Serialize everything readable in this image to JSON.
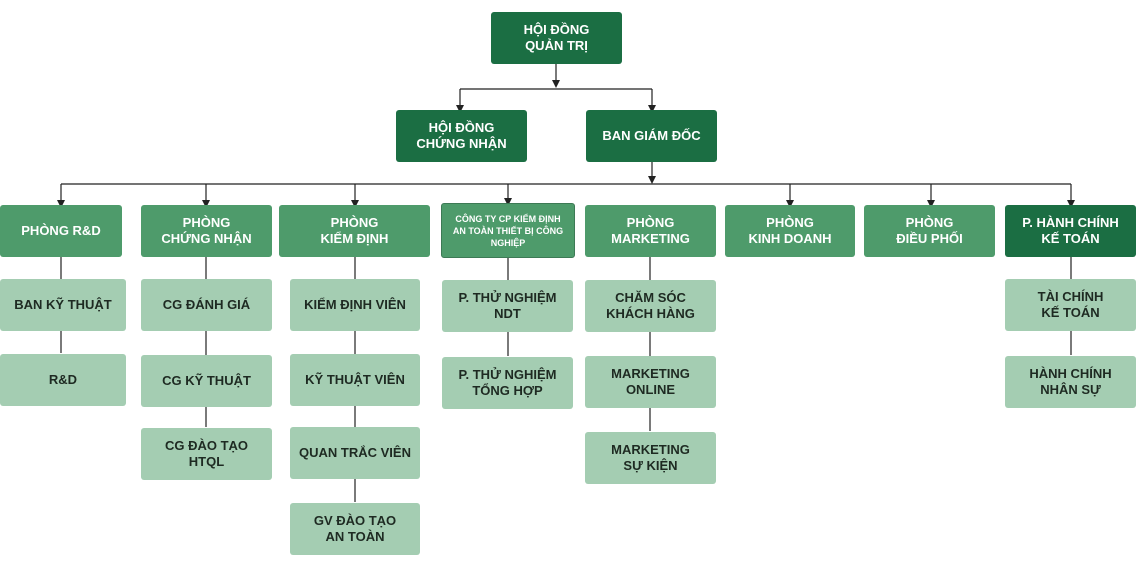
{
  "nodes": {
    "hdqt": "HỘI ĐỒNG\nQUẢN TRỊ",
    "hdcn": "HỘI ĐỒNG\nCHỨNG NHẬN",
    "bgd": "BAN GIÁM ĐỐC",
    "rd": "PHÒNG R&D",
    "cn": "PHÒNG\nCHỨNG NHẬN",
    "kd": "PHÒNG\nKIỂM ĐỊNH",
    "cty": "CÔNG TY CP KIỂM ĐỊNH\nAN TOÀN THIẾT BỊ CÔNG\nNGHIỆP",
    "mkt": "PHÒNG\nMARKETING",
    "kdoanh": "PHÒNG\nKINH DOANH",
    "dp": "PHÒNG\nĐIỀU PHỐI",
    "hckt": "P. HÀNH CHÍNH\nKẾ TOÁN",
    "bkt": "BAN KỸ THUẬT",
    "rd2": "R&D",
    "cgdg": "CG ĐÁNH GIÁ",
    "cgkt": "CG KỸ THUẬT",
    "cgdt": "CG ĐÀO TẠO\nHTQL",
    "kdv": "KIỂM ĐỊNH VIÊN",
    "ktv": "KỸ THUẬT VIÊN",
    "qtv": "QUAN TRẮC VIÊN",
    "gv": "GV ĐÀO TẠO\nAN TOÀN",
    "ndt": "P. THỬ NGHIỆM\nNDT",
    "th": "P. THỬ NGHIỆM\nTỔNG HỢP",
    "cskh": "CHĂM SÓC\nKHÁCH HÀNG",
    "mol": "MARKETING\nONLINE",
    "msk": "MARKETING\nSỰ KIỆN",
    "tckt": "TÀI CHÍNH\nKẾ TOÁN",
    "hcns": "HÀNH CHÍNH\nNHÂN SỰ"
  },
  "colors": {
    "dark": "#1b6e43",
    "mid": "#4e9b6b",
    "light": "#a4cdb2",
    "line": "#222222"
  }
}
